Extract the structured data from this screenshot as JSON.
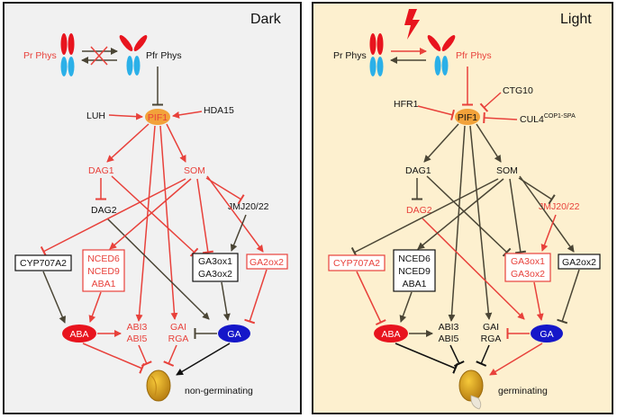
{
  "panels": {
    "dark": {
      "title": "Dark",
      "outcome": "non-germinating"
    },
    "light": {
      "title": "Light",
      "outcome": "germinating"
    }
  },
  "labels": {
    "pr_phys": "Pr Phys",
    "pfr_phys": "Pfr Phys",
    "pif1": "PIF1",
    "luh": "LUH",
    "hda15": "HDA15",
    "hfr1": "HFR1",
    "ctg10": "CTG10",
    "cul4": "CUL4",
    "cul4_sup": "COP1-SPA",
    "dag1": "DAG1",
    "som": "SOM",
    "dag2": "DAG2",
    "jmj": "JMJ20/22",
    "cyp": "CYP707A2",
    "nced6": "NCED6",
    "nced9": "NCED9",
    "aba1": "ABA1",
    "ga3ox1": "GA3ox1",
    "ga3ox2": "GA3ox2",
    "ga2ox2": "GA2ox2",
    "aba": "ABA",
    "ga": "GA",
    "abi3": "ABI3",
    "abi5": "ABI5",
    "gai": "GAI",
    "rga": "RGA"
  },
  "colors": {
    "red": "#e8413b",
    "dark": "#4a4535",
    "dark_bg": "#f1f1f1",
    "light_bg": "#fdf0cf",
    "pif": "#f2a23a",
    "aba_fill": "#e8141e",
    "ga_fill": "#1517c9",
    "photo_red": "#e8141e",
    "photo_blue": "#2bb0e8"
  }
}
